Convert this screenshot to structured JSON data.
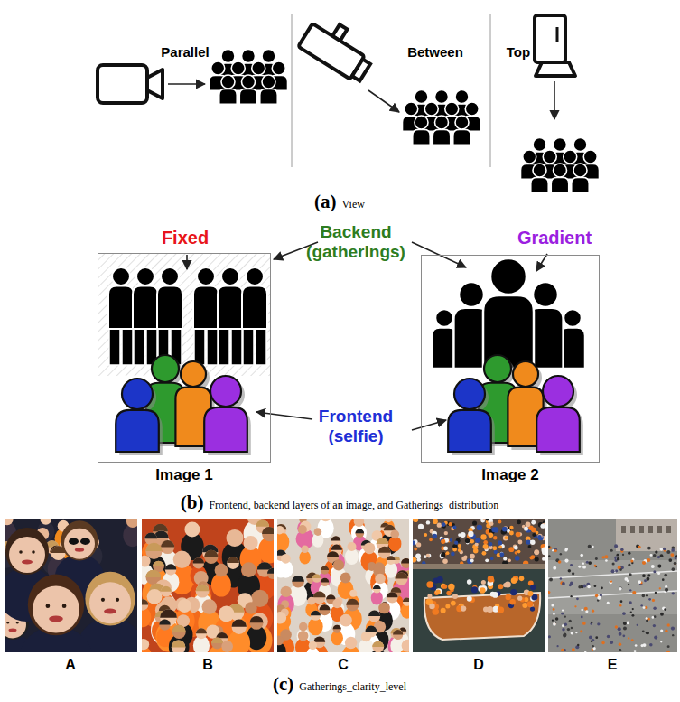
{
  "diagram": {
    "nodes": [
      {
        "text": [
          "Image 1"
        ]
      },
      {
        "text": [
          "Image 2"
        ]
      }
    ],
    "labels": [
      "Parallel",
      "Between",
      "Top",
      "(a)",
      "View",
      "Fixed",
      "Backend (gatherings)",
      "Gradient",
      "Frontend (selfie)",
      "(b)",
      "Frontend, backend layers of an image, and Gatherings_distribution",
      "A",
      "B",
      "C",
      "D",
      "E",
      "(c)",
      "Gatherings_clarity_level"
    ]
  }
}
